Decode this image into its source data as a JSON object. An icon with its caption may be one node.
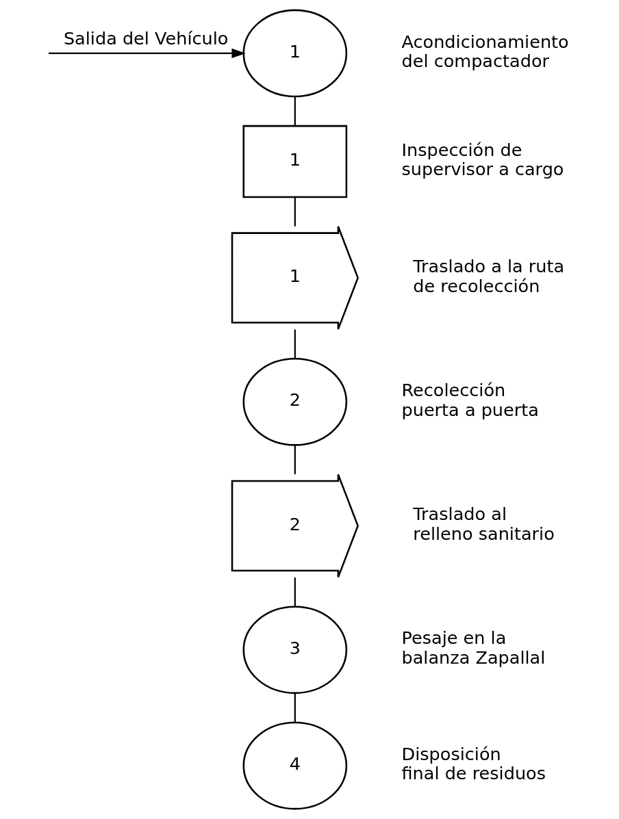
{
  "diagram": {
    "nodes": [
      {
        "text": [
          "1"
        ],
        "beside": [
          "Acondicionamiento del compactador"
        ]
      },
      {
        "text": [
          "1"
        ],
        "beside": [
          "Inspección de supervisor a cargo"
        ]
      },
      {
        "text": [
          "1"
        ],
        "beside": [
          "Traslado a la ruta de recolección"
        ]
      },
      {
        "text": [
          "2"
        ],
        "beside": [
          "Recolección puerta a puerta"
        ]
      },
      {
        "text": [
          "2"
        ],
        "beside": [
          "Traslado al relleno sanitario"
        ]
      },
      {
        "text": [
          "3"
        ],
        "beside": [
          "Pesaje en la balanza Zapallal"
        ]
      },
      {
        "text": [
          "4"
        ],
        "beside": [
          "Disposición final de residuos"
        ]
      }
    ],
    "edges": [
      {
        "from": null,
        "to": 0,
        "arrow": "to",
        "label": "Salida del Vehículo"
      },
      {
        "from": 0,
        "to": 1,
        "arrow": "none"
      },
      {
        "from": 1,
        "to": 2,
        "arrow": "none"
      },
      {
        "from": 2,
        "to": 3,
        "arrow": "none"
      },
      {
        "from": 3,
        "to": 4,
        "arrow": "none"
      },
      {
        "from": 4,
        "to": 5,
        "arrow": "none"
      },
      {
        "from": 5,
        "to": 6,
        "arrow": "none"
      }
    ]
  }
}
